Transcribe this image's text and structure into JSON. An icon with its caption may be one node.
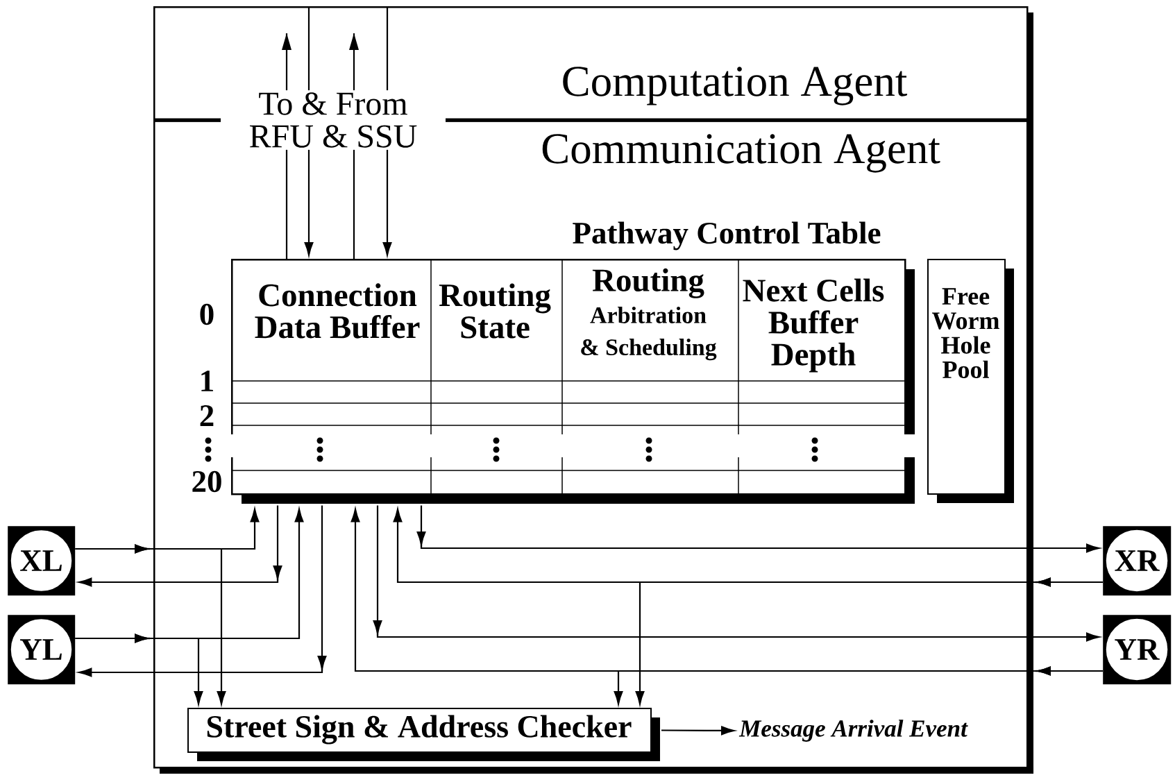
{
  "diagram": {
    "nodes": [
      {
        "text": [
          "Computation Agent"
        ]
      },
      {
        "text": [
          "Communication Agent"
        ]
      },
      {
        "text": [
          "To & From RFU & SSU"
        ]
      },
      {
        "text": [
          "Pathway Control Table"
        ],
        "in": 1
      },
      {
        "text": [
          "Connection Data Buffer"
        ],
        "in": 3
      },
      {
        "text": [
          "Routing State"
        ],
        "in": 3
      },
      {
        "text": [
          "Routing",
          "Arbitration & Scheduling"
        ],
        "in": 3
      },
      {
        "text": [
          "Next Cells Buffer Depth"
        ],
        "in": 3
      },
      {
        "text": [
          "Free Worm Hole Pool"
        ],
        "in": 1
      },
      {
        "text": [
          "Street Sign & Address Checker"
        ],
        "in": 1
      },
      {
        "text": [
          "XL"
        ]
      },
      {
        "text": [
          "YL"
        ]
      },
      {
        "text": [
          "XR"
        ]
      },
      {
        "text": [
          "YR"
        ]
      },
      {
        "text": [
          "Message Arrival Event"
        ],
        "in": 1
      }
    ],
    "edges": [
      {
        "from": 3,
        "to": 2,
        "arrow": "none"
      },
      {
        "from": 2,
        "to": 0,
        "arrow": "to"
      },
      {
        "from": 0,
        "to": 2,
        "arrow": "none"
      },
      {
        "from": 2,
        "to": 3,
        "arrow": "to"
      },
      {
        "from": 3,
        "to": 2,
        "arrow": "none"
      },
      {
        "from": 2,
        "to": 0,
        "arrow": "to"
      },
      {
        "from": 0,
        "to": 2,
        "arrow": "none"
      },
      {
        "from": 2,
        "to": 3,
        "arrow": "to"
      },
      {
        "from": 10,
        "to": 3,
        "arrow": "to"
      },
      {
        "from": 10,
        "to": 9,
        "arrow": "to"
      },
      {
        "from": 3,
        "to": 10,
        "arrow": "to"
      },
      {
        "from": 11,
        "to": 3,
        "arrow": "to"
      },
      {
        "from": 11,
        "to": 9,
        "arrow": "to"
      },
      {
        "from": 3,
        "to": 11,
        "arrow": "to"
      },
      {
        "from": 3,
        "to": 12,
        "arrow": "to"
      },
      {
        "from": 12,
        "to": 3,
        "arrow": "to"
      },
      {
        "from": 12,
        "to": 9,
        "arrow": "to"
      },
      {
        "from": 3,
        "to": 13,
        "arrow": "to"
      },
      {
        "from": 13,
        "to": 3,
        "arrow": "to"
      },
      {
        "from": 13,
        "to": 9,
        "arrow": "to"
      },
      {
        "from": 9,
        "to": 14,
        "arrow": "to"
      }
    ],
    "labels": [
      "0",
      "1",
      "2",
      "20"
    ]
  }
}
